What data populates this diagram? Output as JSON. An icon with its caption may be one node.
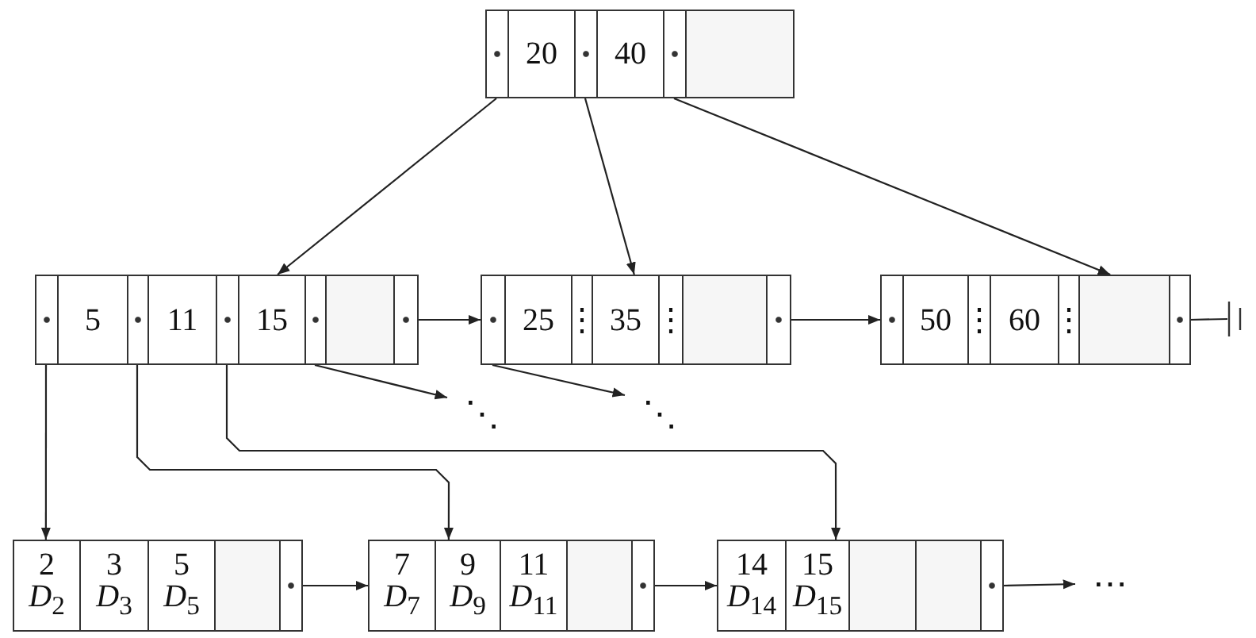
{
  "diagram": {
    "nodes": [
      {
        "text": [],
        "shape": "box"
      },
      {
        "text": [],
        "shape": "box",
        "in": 0
      },
      {
        "text": [
          "20"
        ],
        "in": 0
      },
      {
        "text": [],
        "shape": "box",
        "in": 0
      },
      {
        "text": [
          "40"
        ],
        "in": 0
      },
      {
        "text": [],
        "shape": "box",
        "in": 0
      },
      {
        "text": [],
        "shape": "box",
        "in": 0
      },
      {
        "text": [],
        "shape": "box"
      },
      {
        "text": [],
        "shape": "box",
        "in": 7
      },
      {
        "text": [
          "5"
        ],
        "in": 7
      },
      {
        "text": [],
        "shape": "box",
        "in": 7
      },
      {
        "text": [
          "11"
        ],
        "in": 7
      },
      {
        "text": [],
        "shape": "box",
        "in": 7
      },
      {
        "text": [
          "15"
        ],
        "in": 7
      },
      {
        "text": [],
        "shape": "box",
        "in": 7
      },
      {
        "text": [],
        "shape": "box",
        "in": 7
      },
      {
        "text": [],
        "shape": "box",
        "in": 7
      },
      {
        "text": [],
        "shape": "box"
      },
      {
        "text": [],
        "shape": "box",
        "in": 17
      },
      {
        "text": [
          "25"
        ],
        "in": 17
      },
      {
        "text": [
          "⋮"
        ],
        "in": 17
      },
      {
        "text": [
          "35"
        ],
        "in": 17
      },
      {
        "text": [
          "⋮"
        ],
        "in": 17
      },
      {
        "text": [],
        "shape": "box",
        "in": 17
      },
      {
        "text": [],
        "shape": "box",
        "in": 17
      },
      {
        "text": [],
        "shape": "box"
      },
      {
        "text": [],
        "shape": "box",
        "in": 25
      },
      {
        "text": [
          "50"
        ],
        "in": 25
      },
      {
        "text": [
          "⋮"
        ],
        "in": 25
      },
      {
        "text": [
          "60"
        ],
        "in": 25
      },
      {
        "text": [
          "⋮"
        ],
        "in": 25
      },
      {
        "text": [],
        "shape": "box",
        "in": 25
      },
      {
        "text": [],
        "shape": "box",
        "in": 25
      },
      {
        "text": [],
        "shape": "bar"
      },
      {
        "text": [
          "⋱"
        ]
      },
      {
        "text": [
          "⋱"
        ]
      },
      {
        "text": [],
        "shape": "box"
      },
      {
        "text": [
          "2",
          "*D*$_{2}$"
        ],
        "in": 36
      },
      {
        "text": [
          "3",
          "*D*$_{3}$"
        ],
        "in": 36
      },
      {
        "text": [
          "5",
          "*D*$_{5}$"
        ],
        "in": 36
      },
      {
        "text": [],
        "shape": "box",
        "in": 36
      },
      {
        "text": [],
        "shape": "box",
        "in": 36
      },
      {
        "text": [],
        "shape": "box"
      },
      {
        "text": [
          "7",
          "*D*$_{7}$"
        ],
        "in": 42
      },
      {
        "text": [
          "9",
          "*D*$_{9}$"
        ],
        "in": 42
      },
      {
        "text": [
          "11",
          "*D*$_{11}$"
        ],
        "in": 42
      },
      {
        "text": [],
        "shape": "box",
        "in": 42
      },
      {
        "text": [],
        "shape": "box",
        "in": 42
      },
      {
        "text": [],
        "shape": "box"
      },
      {
        "text": [
          "14",
          "*D*$_{14}$"
        ],
        "in": 48
      },
      {
        "text": [
          "15",
          "*D*$_{15}$"
        ],
        "in": 48
      },
      {
        "text": [],
        "shape": "box",
        "in": 48
      },
      {
        "text": [],
        "shape": "box",
        "in": 48
      },
      {
        "text": [],
        "shape": "box",
        "in": 48
      },
      {
        "text": [
          "⋯"
        ]
      }
    ],
    "edges": [
      {
        "from": 1,
        "to": 7,
        "arrow": "to"
      },
      {
        "from": 3,
        "to": 17,
        "arrow": "to"
      },
      {
        "from": 5,
        "to": 25,
        "arrow": "to"
      },
      {
        "from": 8,
        "to": 36,
        "arrow": "to"
      },
      {
        "from": 10,
        "to": 42,
        "arrow": "to"
      },
      {
        "from": 12,
        "to": 48,
        "arrow": "to"
      },
      {
        "from": 14,
        "to": 34,
        "arrow": "to"
      },
      {
        "from": 16,
        "to": 17,
        "arrow": "to"
      },
      {
        "from": 18,
        "to": 35,
        "arrow": "to"
      },
      {
        "from": 24,
        "to": 25,
        "arrow": "to"
      },
      {
        "from": 32,
        "to": 33,
        "arrow": "none"
      },
      {
        "from": 41,
        "to": 42,
        "arrow": "to"
      },
      {
        "from": 47,
        "to": 48,
        "arrow": "to"
      },
      {
        "from": 53,
        "to": 54,
        "arrow": "to"
      }
    ]
  }
}
